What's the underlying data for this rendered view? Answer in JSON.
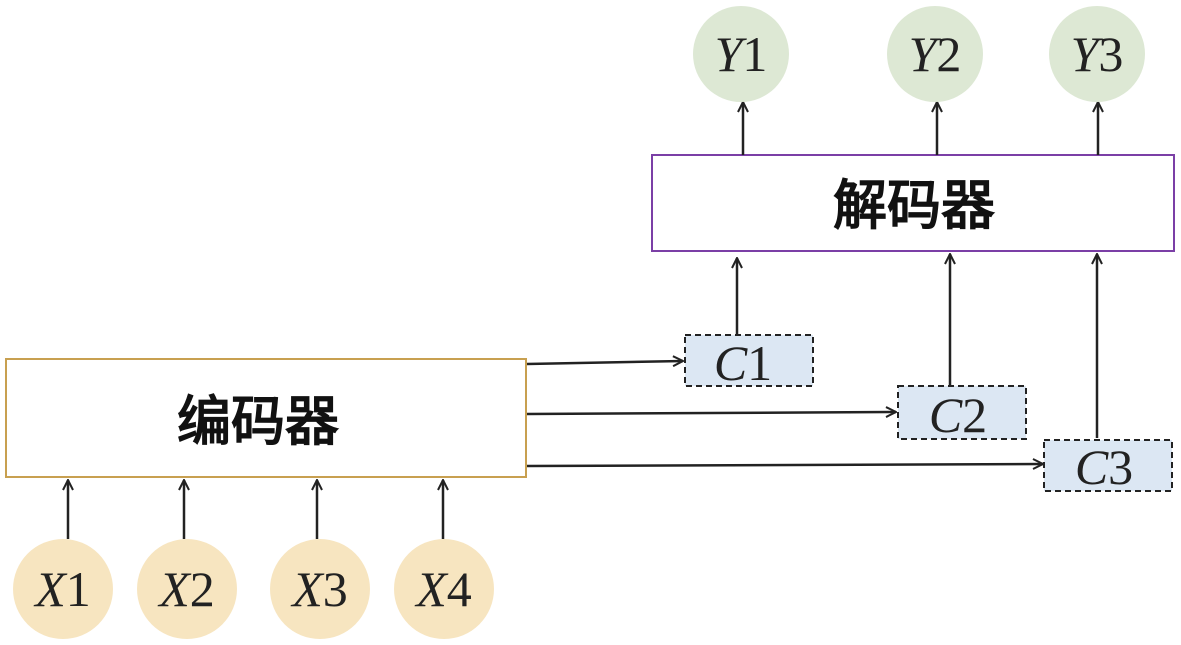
{
  "encoder": {
    "label": "编码器",
    "border_color": "#c8a050"
  },
  "decoder": {
    "label": "解码器",
    "border_color": "#7b3fa6"
  },
  "inputs": [
    {
      "letter": "X",
      "index": "1"
    },
    {
      "letter": "X",
      "index": "2"
    },
    {
      "letter": "X",
      "index": "3"
    },
    {
      "letter": "X",
      "index": "4"
    }
  ],
  "outputs": [
    {
      "letter": "Y",
      "index": "1"
    },
    {
      "letter": "Y",
      "index": "2"
    },
    {
      "letter": "Y",
      "index": "3"
    }
  ],
  "contexts": [
    {
      "letter": "C",
      "index": "1"
    },
    {
      "letter": "C",
      "index": "2"
    },
    {
      "letter": "C",
      "index": "3"
    }
  ],
  "colors": {
    "input_fill": "#f7e5c0",
    "output_fill": "#dde8d4",
    "context_fill": "#dce7f3",
    "arrow": "#222222"
  }
}
